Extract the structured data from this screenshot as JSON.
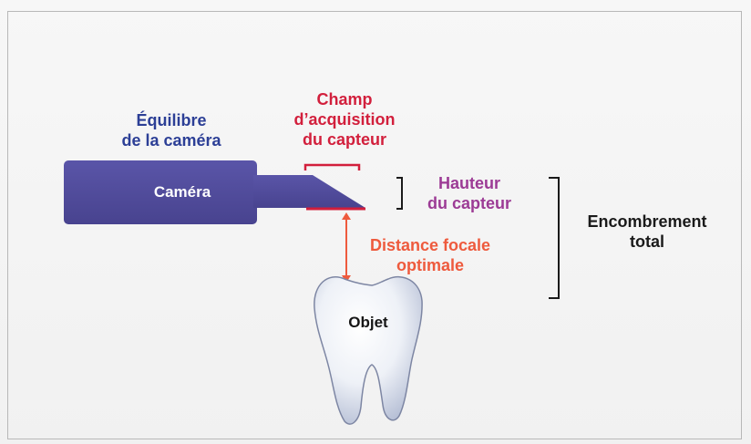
{
  "labels": {
    "balance_line1": "Équilibre",
    "balance_line2": "de la caméra",
    "field_line1": "Champ",
    "field_line2": "d’acquisition",
    "field_line3": "du capteur",
    "sensor_height_line1": "Hauteur",
    "sensor_height_line2": "du capteur",
    "camera": "Caméra",
    "focal_line1": "Distance focale",
    "focal_line2": "optimale",
    "object": "Objet",
    "overall_line1": "Encombrement",
    "overall_line2": "total"
  },
  "colors": {
    "camera_body": "#4f4a9c",
    "balance_text": "#2c3f96",
    "field_text": "#d21f3c",
    "sensor_text": "#9c3b95",
    "focal_text": "#ee5a3d",
    "bracket": "#1a1a1a"
  }
}
